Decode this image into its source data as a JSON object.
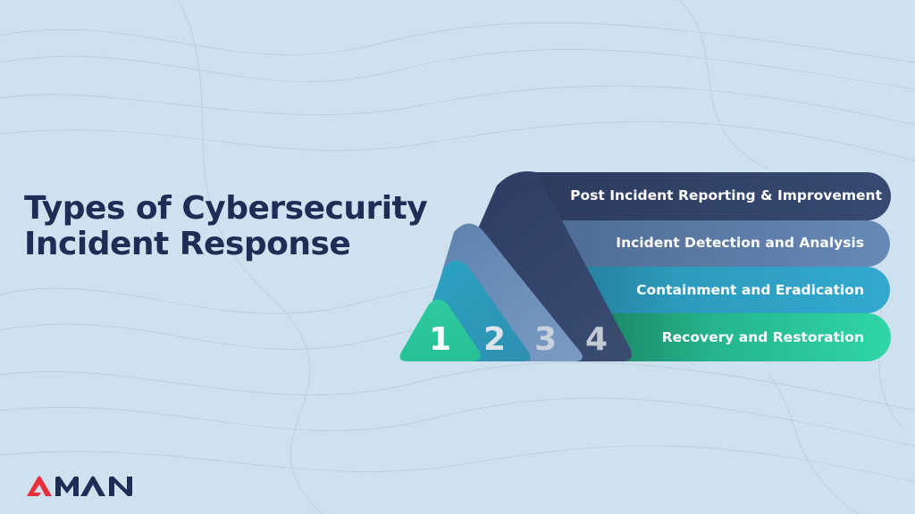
{
  "title": {
    "line1": "Types of Cybersecurity",
    "line2": "Incident Response"
  },
  "steps": [
    {
      "number": "1",
      "label": "Recovery and Restoration",
      "color": "#2ccfa2"
    },
    {
      "number": "2",
      "label": "Containment and Eradication",
      "color": "#2d9ec0"
    },
    {
      "number": "3",
      "label": "Incident Detection and Analysis",
      "color": "#5f7faa"
    },
    {
      "number": "4",
      "label": "Post Incident Reporting & Improvement",
      "color": "#34456a"
    }
  ],
  "logo": {
    "text": "AMAN",
    "accent_color": "#e8303c",
    "text_color": "#1d2d55"
  },
  "colors": {
    "background": "#cfe1ee",
    "title": "#1d2d55"
  }
}
